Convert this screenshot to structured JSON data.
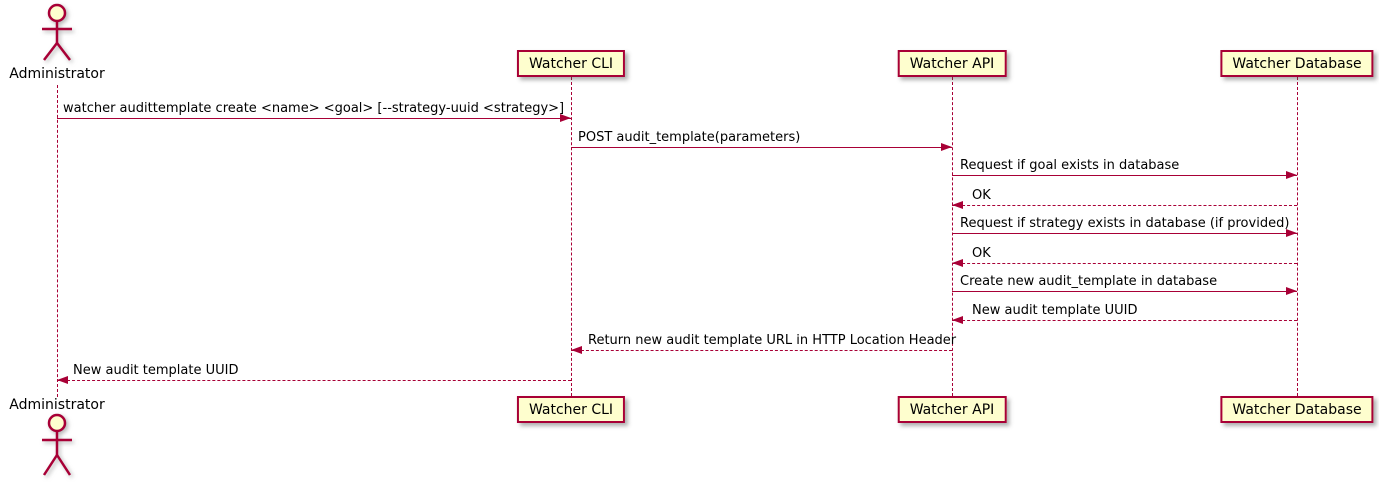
{
  "colors": {
    "accent": "#A80036",
    "participant_fill": "#FEFECE",
    "text": "#000000",
    "background": "#FFFFFF"
  },
  "actor": {
    "label": "Administrator"
  },
  "participants": {
    "cli": {
      "label": "Watcher CLI"
    },
    "api": {
      "label": "Watcher API"
    },
    "db": {
      "label": "Watcher Database"
    }
  },
  "messages": [
    {
      "from": "Administrator",
      "to": "Watcher CLI",
      "line": "solid",
      "label": "watcher audittemplate create <name> <goal> [--strategy-uuid <strategy>]"
    },
    {
      "from": "Watcher CLI",
      "to": "Watcher API",
      "line": "solid",
      "label": "POST audit_template(parameters)"
    },
    {
      "from": "Watcher API",
      "to": "Watcher Database",
      "line": "solid",
      "label": "Request if goal exists in database"
    },
    {
      "from": "Watcher Database",
      "to": "Watcher API",
      "line": "dashed",
      "label": "OK"
    },
    {
      "from": "Watcher API",
      "to": "Watcher Database",
      "line": "solid",
      "label": "Request if strategy exists in database (if provided)"
    },
    {
      "from": "Watcher Database",
      "to": "Watcher API",
      "line": "dashed",
      "label": "OK"
    },
    {
      "from": "Watcher API",
      "to": "Watcher Database",
      "line": "solid",
      "label": "Create new audit_template in database"
    },
    {
      "from": "Watcher Database",
      "to": "Watcher API",
      "line": "dashed",
      "label": "New audit template UUID"
    },
    {
      "from": "Watcher API",
      "to": "Watcher CLI",
      "line": "dashed",
      "label": "Return new audit template URL in HTTP Location Header"
    },
    {
      "from": "Watcher CLI",
      "to": "Administrator",
      "line": "dashed",
      "label": "New audit template UUID"
    }
  ]
}
